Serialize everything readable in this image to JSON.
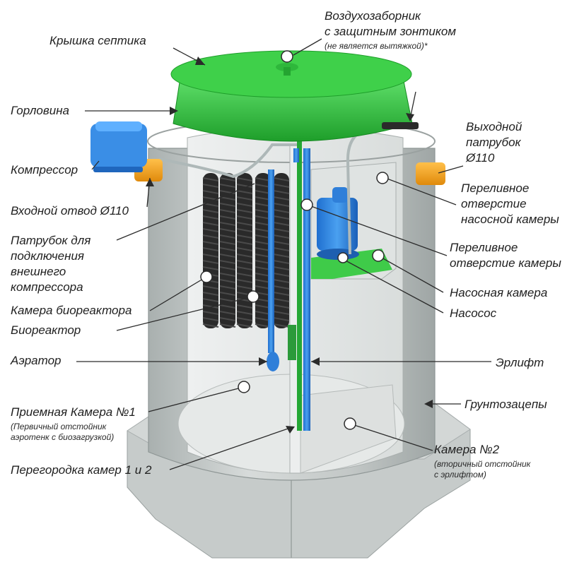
{
  "labels": {
    "air_intake": [
      "Воздухозаборник",
      "с защитным зонтиком",
      "(не является вытяжкой)*"
    ],
    "lid": "Крышка септика",
    "neck": "Горловина",
    "compressor": "Компрессор",
    "outlet": [
      "Выходной",
      "патрубок",
      "Ø110"
    ],
    "inlet": "Входной отвод Ø110",
    "pump_overflow": [
      "Переливное",
      "отверстие",
      "насосной камеры"
    ],
    "ext_compressor": [
      "Патрубок для",
      "подключения",
      "внешнего",
      "компрессора"
    ],
    "chamber_overflow": [
      "Переливное",
      "отверстие камеры"
    ],
    "pump_chamber": "Насосная камера",
    "pump": "Насосос",
    "bioreactor_chamber": "Камера биореактора",
    "bioreactor": "Биореактор",
    "aerator": "Аэратор",
    "airlift": "Эрлифт",
    "anchors": "Грунтозацепы",
    "chamber1": [
      "Приемная Камера №1",
      "(Первичный отстойник",
      "аэротенк с биозагрузкой)"
    ],
    "chamber2": [
      "Камера №2",
      "(вторичный отстойник",
      "с эрлифтом)"
    ],
    "partition": "Перегородка камер 1 и 2"
  },
  "colors": {
    "lid_green": "#2fbf3a",
    "tank_gray": "#c9cecd",
    "pump_blue": "#2f7fd9",
    "pipe_orange": "#f5a623",
    "bio_black": "#2a2a2a"
  }
}
